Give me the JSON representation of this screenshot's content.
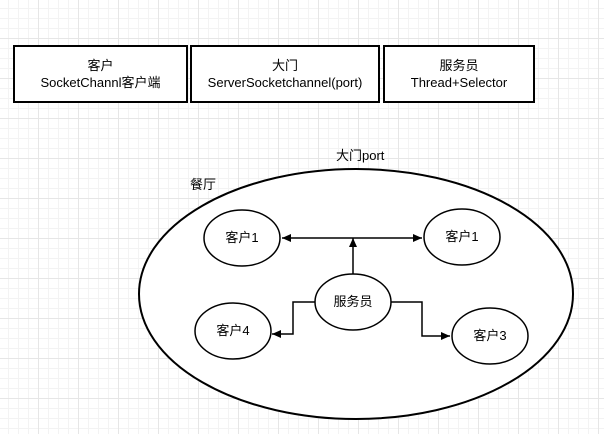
{
  "legend": {
    "customer": {
      "title": "客户",
      "subtitle": "SocketChannl客户端"
    },
    "door": {
      "title": "大门",
      "subtitle": "ServerSocketchannel(port)"
    },
    "waiter": {
      "title": "服务员",
      "subtitle": "Thread+Selector"
    }
  },
  "labels": {
    "door_port": "大门port",
    "restaurant": "餐厅"
  },
  "nodes": {
    "customer_top_left": "客户1",
    "customer_top_right": "客户1",
    "waiter": "服务员",
    "customer_bottom_left": "客户4",
    "customer_bottom_right": "客户3"
  },
  "colors": {
    "stroke": "#000000",
    "fill": "#ffffff"
  }
}
